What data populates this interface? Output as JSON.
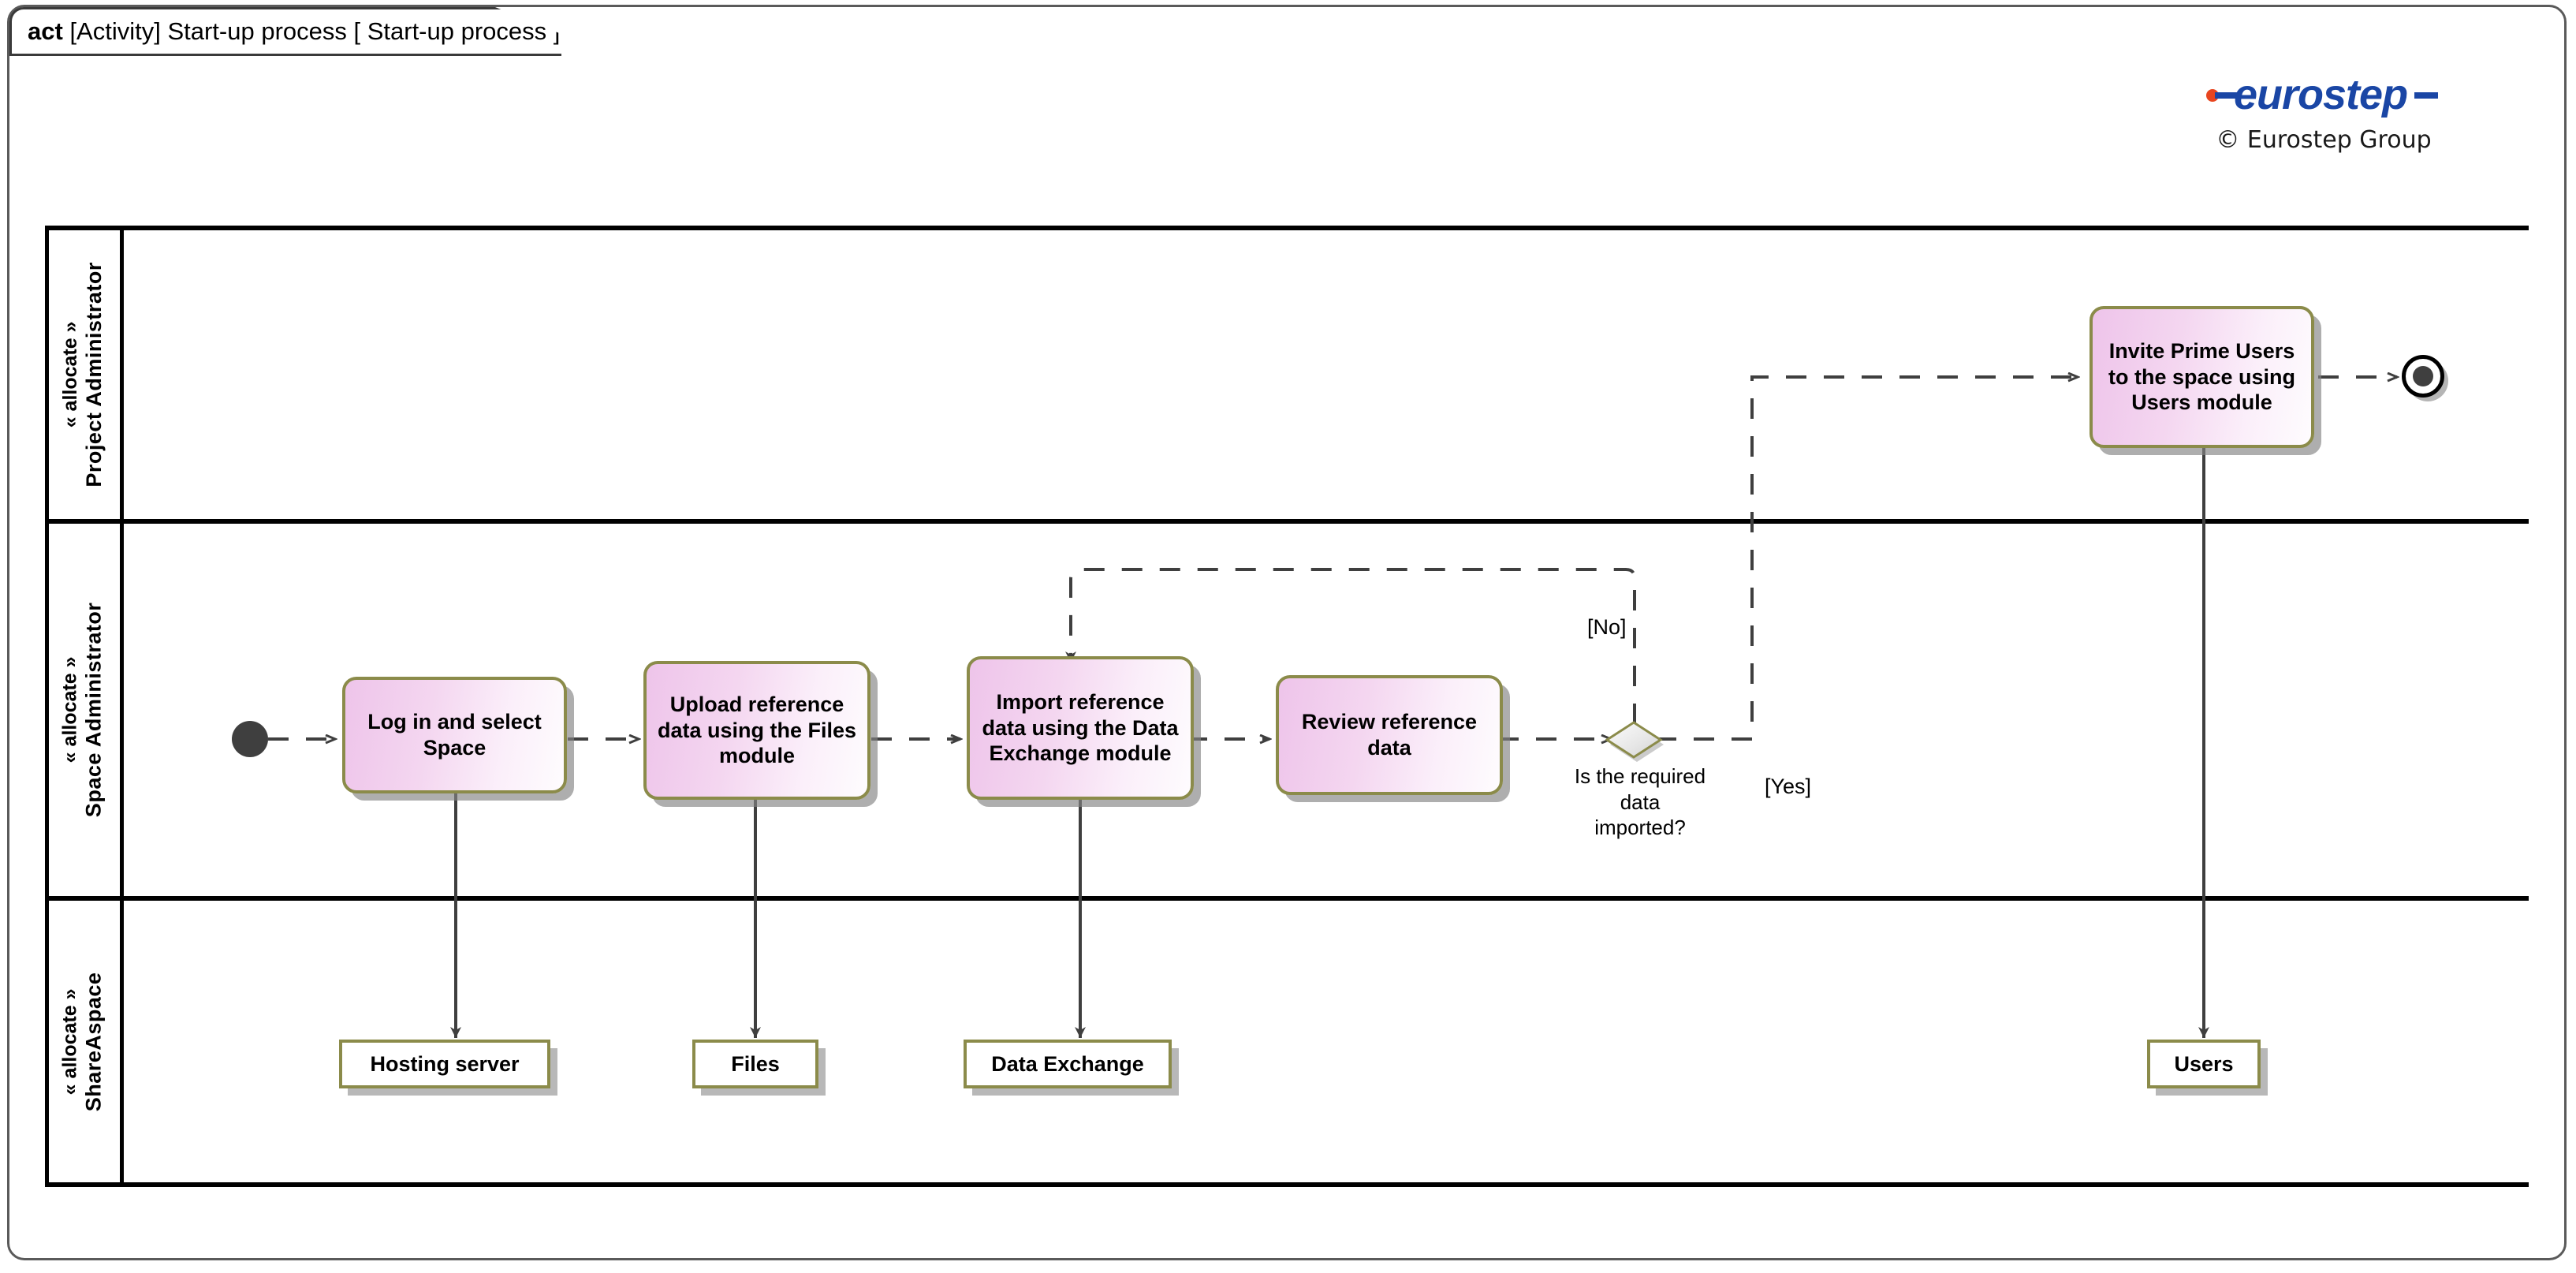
{
  "frame": {
    "keyword": "act",
    "title": "[Activity] Start-up process [ Start-up process ]"
  },
  "branding": {
    "logo_text": "eurostep",
    "logo_color": "#1a46a5",
    "logo_dot_color": "#e8451f",
    "copyright": "© Eurostep Group"
  },
  "lanes": [
    {
      "id": "project-administrator",
      "stereotype": "« allocate »",
      "name": "Project Administrator"
    },
    {
      "id": "space-administrator",
      "stereotype": "« allocate »",
      "name": "Space Administrator"
    },
    {
      "id": "shareaspace",
      "stereotype": "« allocate »",
      "name": "ShareAspace"
    }
  ],
  "nodes": {
    "initial": {
      "type": "initial-node",
      "label": ""
    },
    "login": {
      "type": "action",
      "label": "Log in and select Space"
    },
    "upload": {
      "type": "action",
      "label": "Upload reference data using the Files module"
    },
    "import": {
      "type": "action",
      "label": "Import reference data using the Data Exchange module"
    },
    "review": {
      "type": "action",
      "label": "Review reference data"
    },
    "decision": {
      "type": "decision",
      "label": "Is the required data imported?"
    },
    "invite": {
      "type": "action",
      "label": "Invite Prime Users to the space using Users module"
    },
    "final": {
      "type": "activity-final",
      "label": ""
    },
    "hosting_server": {
      "type": "object-node",
      "label": "Hosting server"
    },
    "files": {
      "type": "object-node",
      "label": "Files"
    },
    "data_exchange": {
      "type": "object-node",
      "label": "Data Exchange"
    },
    "users": {
      "type": "object-node",
      "label": "Users"
    }
  },
  "guards": {
    "no": "[No]",
    "yes": "[Yes]"
  },
  "colors": {
    "action_border": "#8b8b4a",
    "action_fill_start": "#eec4ea",
    "action_fill_end": "#fefcfe",
    "lane_border": "#000000",
    "edge": "#3f3f3f",
    "frame_border": "#5a5a5a"
  }
}
